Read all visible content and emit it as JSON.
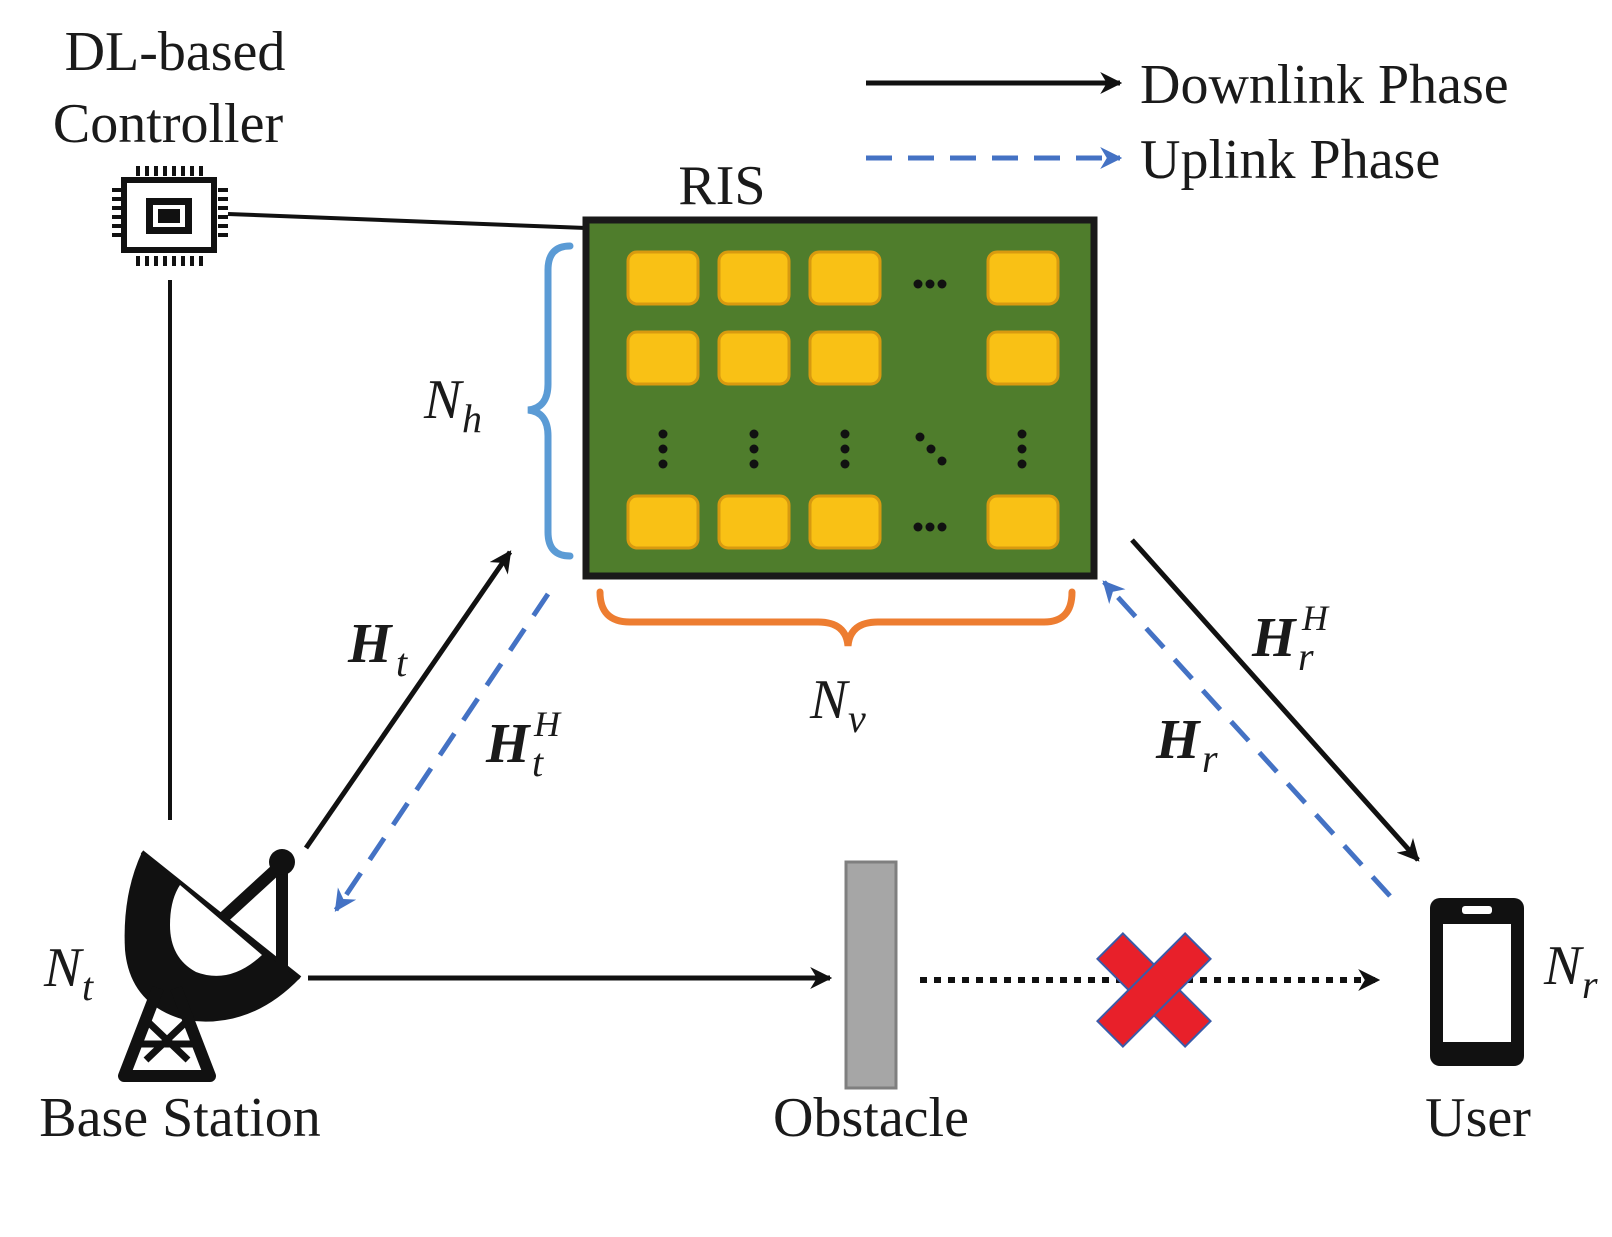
{
  "colors": {
    "ris_board": "#4f7d2c",
    "ris_element": "#f9c115",
    "ris_element_border": "#d89a10",
    "bracket_h": "#5b9bd5",
    "bracket_v": "#ed7d31",
    "downlink": "#111111",
    "uplink": "#4472c4",
    "obstacle": "#a6a6a6",
    "cross": "#e8202a"
  },
  "labels": {
    "controller_line1": "DL-based",
    "controller_line2": "Controller",
    "ris": "RIS",
    "base_station": "Base Station",
    "obstacle": "Obstacle",
    "user": "User"
  },
  "legend": {
    "downlink": "Downlink Phase",
    "uplink": "Uplink Phase"
  },
  "math": {
    "N": "N",
    "H": "H",
    "sub_h": "h",
    "sub_v": "v",
    "sub_t": "t",
    "sub_r": "r",
    "sup_H": "H"
  },
  "ris_grid": {
    "rows": 4,
    "cols": 5,
    "ellipsis_h": "···"
  },
  "icons": {
    "controller": "chip-icon",
    "base_station": "satellite-dish-icon",
    "user": "smartphone-icon",
    "blocked": "red-cross-icon"
  }
}
